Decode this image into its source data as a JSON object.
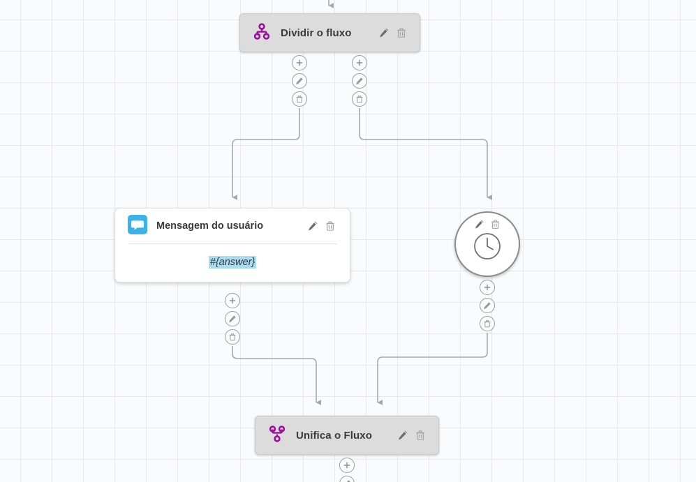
{
  "canvas": {
    "background_color": "#fafbfc",
    "grid_color": "#e4e9f2",
    "edge_color": "#a8a8a8"
  },
  "accent_colors": {
    "split_purple": "#9c0f9c",
    "merge_purple": "#9c0f9c",
    "message_blue": "#3bb3e8",
    "token_highlight": "#aadcf0"
  },
  "nodes": {
    "split": {
      "icon": "split-flow-icon",
      "title": "Dividir o fluxo",
      "edit_icon": "pencil-icon",
      "delete_icon": "trash-icon"
    },
    "user_message": {
      "icon": "chat-bubble-icon",
      "title": "Mensagem do usuário",
      "edit_icon": "pencil-icon",
      "delete_icon": "trash-icon",
      "body_token": "#{answer}"
    },
    "delay": {
      "icon": "clock-icon",
      "edit_icon": "pencil-icon",
      "delete_icon": "trash-icon"
    },
    "merge": {
      "icon": "merge-flow-icon",
      "title": "Unifica o Fluxo",
      "edit_icon": "pencil-icon",
      "delete_icon": "trash-icon"
    }
  },
  "handles": {
    "add": "plus-icon",
    "edit": "pencil-icon",
    "delete": "trash-icon"
  }
}
